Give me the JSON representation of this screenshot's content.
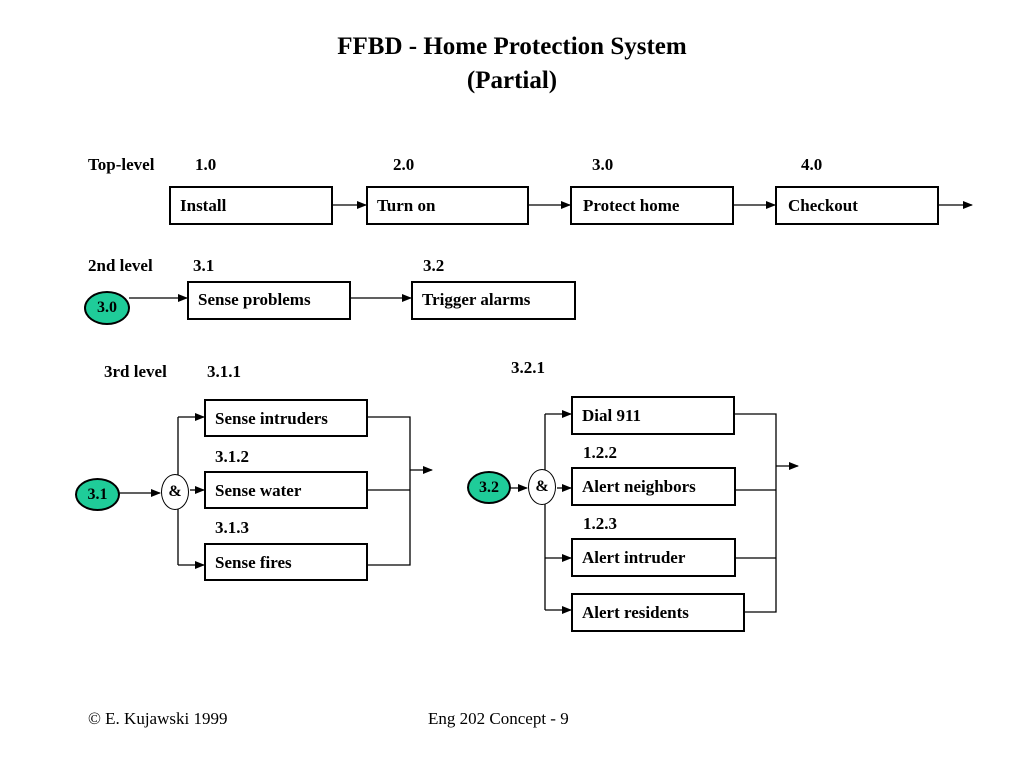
{
  "title": {
    "line1": "FFBD - Home Protection System",
    "line2": "(Partial)"
  },
  "top_level": {
    "label": "Top-level",
    "functions": [
      {
        "id": "1.0",
        "name": "Install"
      },
      {
        "id": "2.0",
        "name": "Turn on"
      },
      {
        "id": "3.0",
        "name": "Protect home"
      },
      {
        "id": "4.0",
        "name": "Checkout"
      }
    ]
  },
  "second_level": {
    "label": "2nd level",
    "reference": "3.0",
    "functions": [
      {
        "id": "3.1",
        "name": "Sense problems"
      },
      {
        "id": "3.2",
        "name": "Trigger alarms"
      }
    ]
  },
  "third_level": {
    "label": "3rd level",
    "left": {
      "reference": "3.1",
      "junction": "&",
      "functions": [
        {
          "id": "3.1.1",
          "name": "Sense intruders"
        },
        {
          "id": "3.1.2",
          "name": "Sense water"
        },
        {
          "id": "3.1.3",
          "name": "Sense fires"
        }
      ]
    },
    "right": {
      "reference": "3.2",
      "junction": "&",
      "functions": [
        {
          "id": "3.2.1",
          "name": "Dial 911"
        },
        {
          "id": "1.2.2",
          "name": "Alert neighbors"
        },
        {
          "id": "1.2.3",
          "name": "Alert intruder"
        },
        {
          "name": "Alert residents"
        }
      ]
    }
  },
  "footer": {
    "copyright": "© E. Kujawski 1999",
    "course": "Eng 202  Concept - 9"
  },
  "colors": {
    "reference_node": "#1fcc99",
    "stroke": "#000000"
  }
}
